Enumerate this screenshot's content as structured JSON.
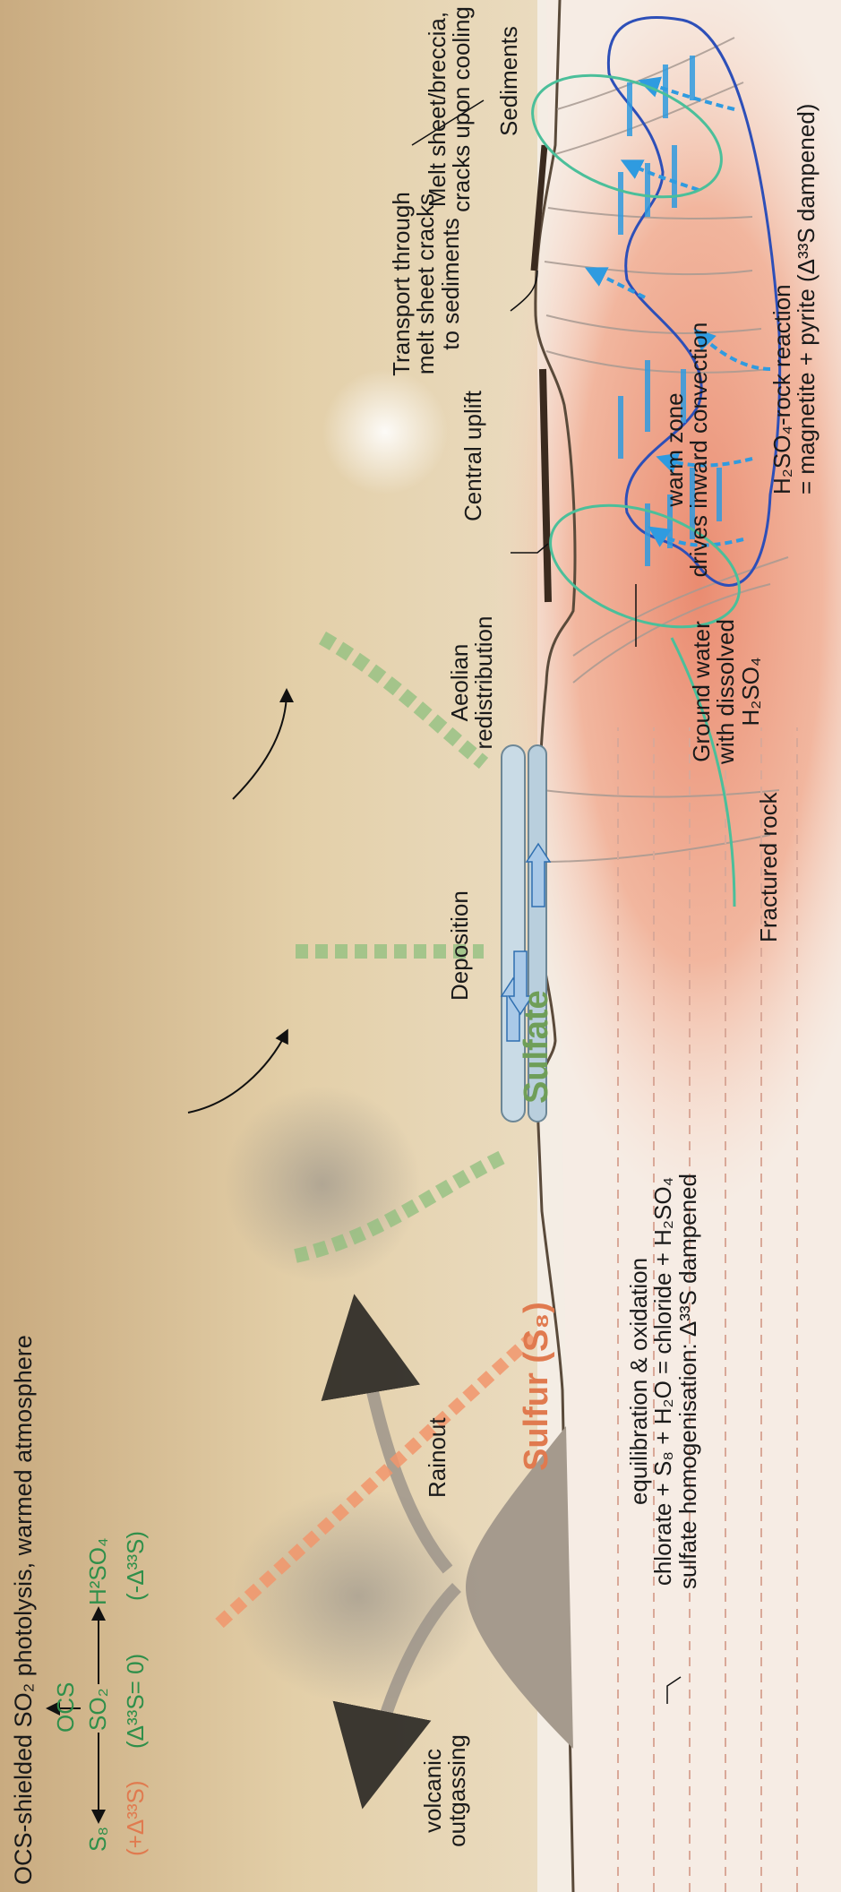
{
  "atmosphere": {
    "title": "OCS-shielded SO₂ photolysis, warmed atmosphere",
    "species": {
      "ocs": "OCS",
      "so2": "SO₂",
      "s8": "S₈",
      "h2so4": "H²SO₄",
      "so2_delta": "(Δ³³S= 0)",
      "s8_delta": "(+Δ³³S)",
      "h2so4_delta": "(-Δ³³S)"
    }
  },
  "processes": {
    "volcanic": "volcanic",
    "outgassing": "outgassing",
    "rainout": "Rainout",
    "deposition": "Deposition",
    "aeolian_1": "Aeolian",
    "aeolian_2": "redistribution"
  },
  "surface": {
    "sulfur": "Sulfur (S₈)",
    "sulfate": "Sulfate"
  },
  "reactions": {
    "line1": "equilibration & oxidation",
    "line2": "chlorate + S₈ + H₂O = chloride + H₂SO₄",
    "line3": "sulfate homogenisation: Δ³³S dampened"
  },
  "crater": {
    "fractured_rock": "Fractured rock",
    "ground_water_1": "Ground water",
    "ground_water_2": "with dissolved",
    "ground_water_3": "H₂SO₄",
    "central_uplift": "Central uplift",
    "transport_1": "Transport through",
    "transport_2": "melt sheet cracks",
    "transport_3": "to sediments",
    "melt_1": "Melt sheet/breccia,",
    "melt_2": "cracks upon cooling",
    "sediments": "Sediments",
    "warm_1": "warm zone",
    "warm_2": "drives inward convection",
    "rock_reaction_1": "H₂SO₄-rock reaction",
    "rock_reaction_2": "= magnetite + pyrite (Δ³³S dampened)"
  },
  "colors": {
    "green_text": "#2f8f4a",
    "orange_text": "#e07a4f",
    "sulfate_text": "#6f9e58",
    "water_blue": "#2f9be0",
    "convection_line": "#2d4fb8",
    "ellipse_line": "#4bbf9a"
  }
}
